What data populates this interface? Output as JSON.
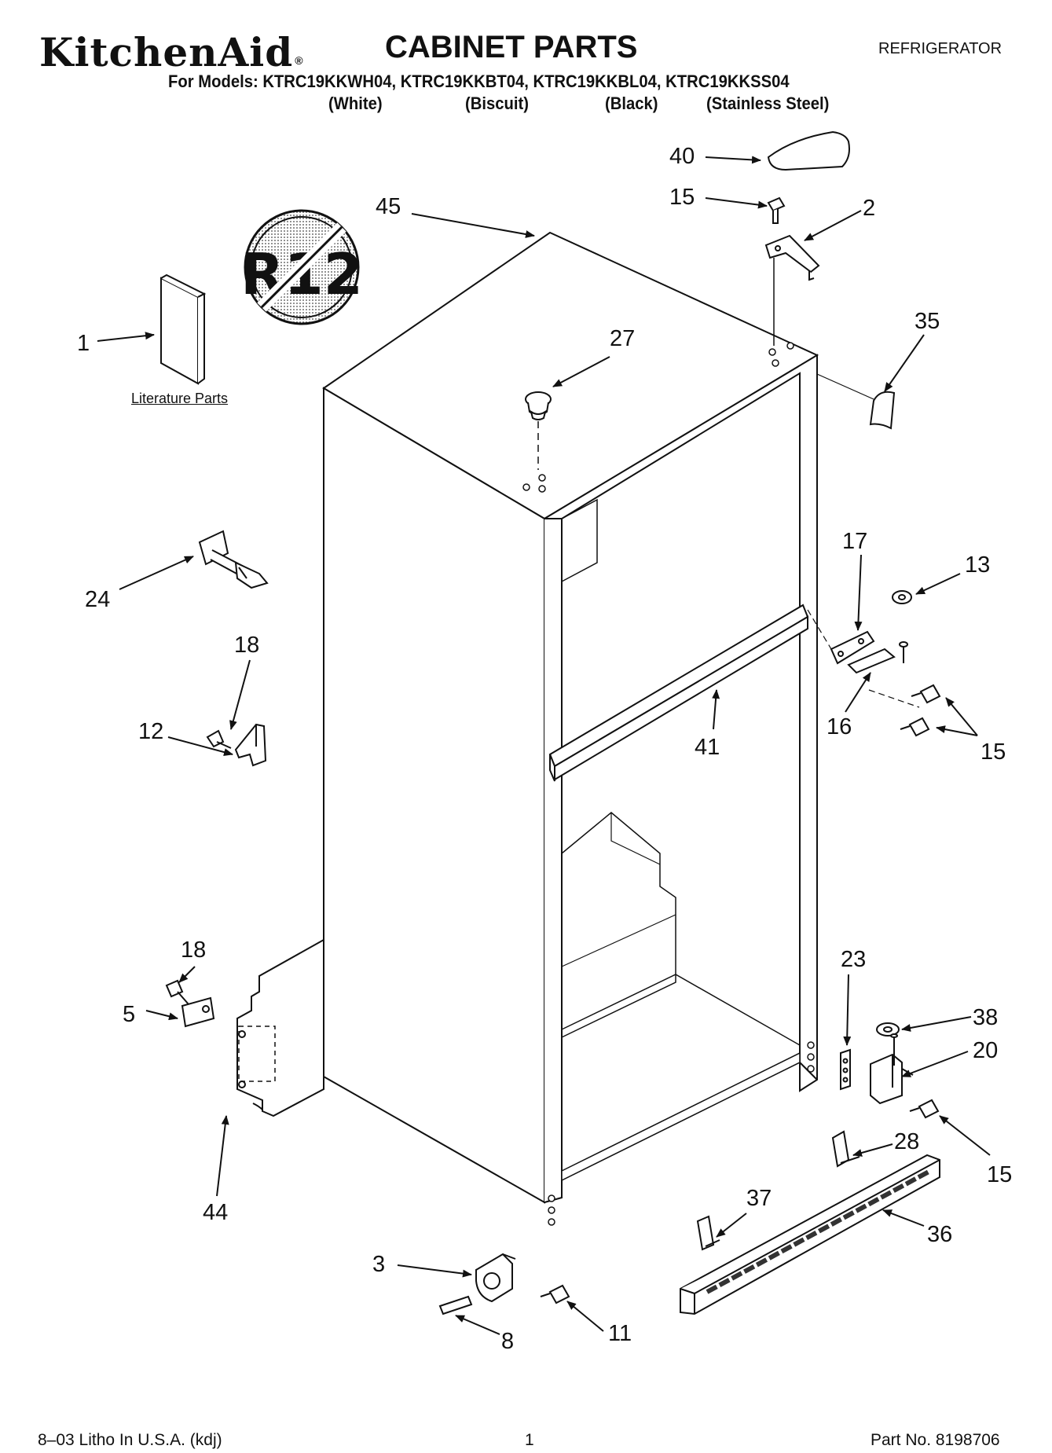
{
  "header": {
    "brand": "KitchenAid",
    "brand_mark": "®",
    "title": "CABINET PARTS",
    "category": "REFRIGERATOR",
    "models": "For Models: KTRC19KKWH04, KTRC19KKBT04, KTRC19KKBL04, KTRC19KKSS04",
    "colors": [
      "(White)",
      "(Biscuit)",
      "(Black)",
      "(Stainless Steel)"
    ]
  },
  "logo_text": "R12",
  "literature_label": "Literature Parts",
  "callouts": [
    "40",
    "15",
    "2",
    "45",
    "35",
    "27",
    "1",
    "24",
    "17",
    "13",
    "18",
    "12",
    "16",
    "41",
    "15",
    "18",
    "23",
    "5",
    "38",
    "20",
    "15",
    "28",
    "37",
    "36",
    "44",
    "3",
    "11",
    "8"
  ],
  "footer": {
    "left": "8–03 Litho In U.S.A. (kdj)",
    "center": "1",
    "right": "Part No. 8198706"
  }
}
